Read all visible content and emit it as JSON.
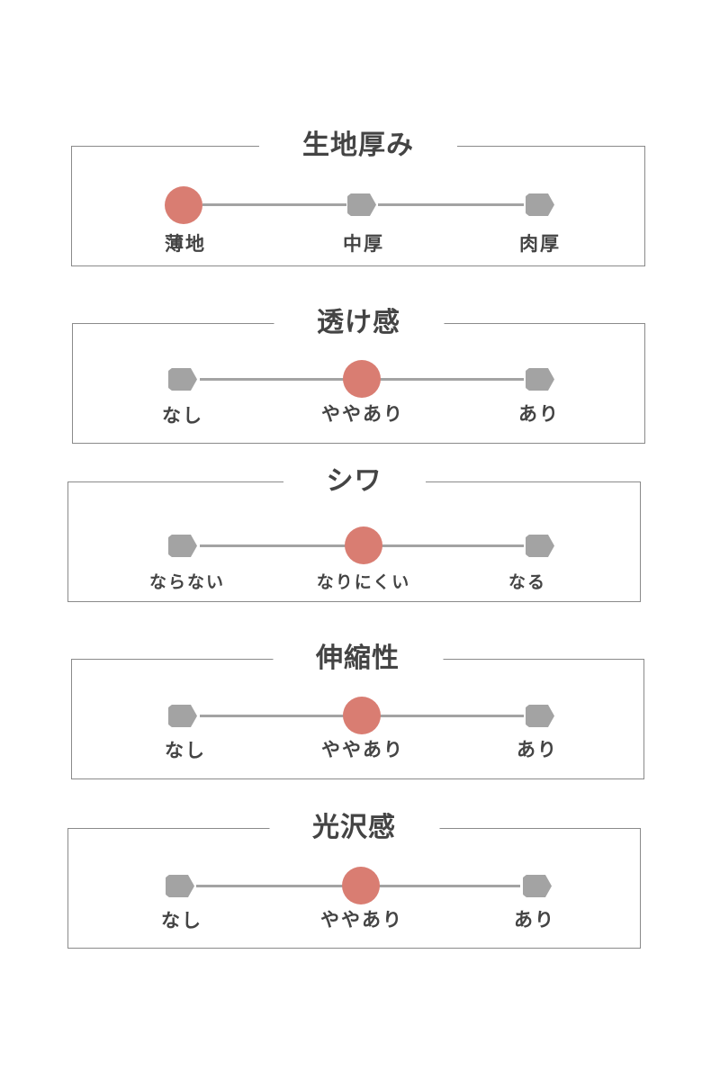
{
  "colors": {
    "active": "#d97d72",
    "inactive": "#a3a3a3",
    "border": "#8a8a8a",
    "text": "#444444"
  },
  "sections": [
    {
      "title": "生地厚み",
      "options": [
        "薄地",
        "中厚",
        "肉厚"
      ],
      "selected_index": 0,
      "selected_label": "薄地"
    },
    {
      "title": "透け感",
      "options": [
        "なし",
        "ややあり",
        "あり"
      ],
      "selected_index": 1,
      "selected_label": "ややあり"
    },
    {
      "title": "シワ",
      "options": [
        "ならない",
        "なりにくい",
        "なる"
      ],
      "selected_index": 1,
      "selected_label": "なりにくい"
    },
    {
      "title": "伸縮性",
      "options": [
        "なし",
        "ややあり",
        "あり"
      ],
      "selected_index": 1,
      "selected_label": "ややあり"
    },
    {
      "title": "光沢感",
      "options": [
        "なし",
        "ややあり",
        "あり"
      ],
      "selected_index": 1,
      "selected_label": "ややあり"
    }
  ]
}
